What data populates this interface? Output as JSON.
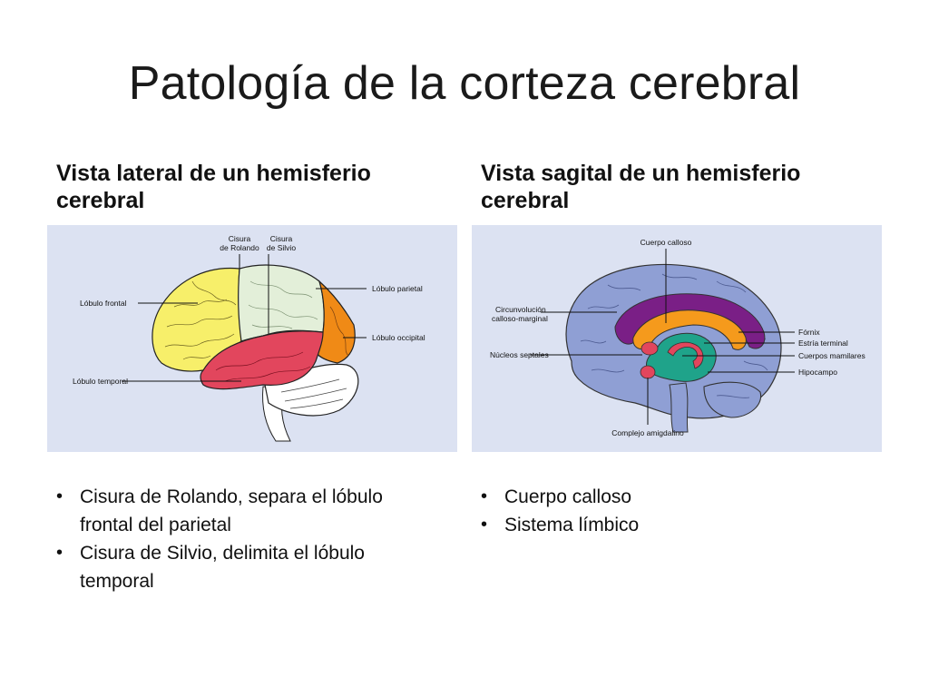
{
  "slide": {
    "title": "Patología de la corteza cerebral"
  },
  "left": {
    "heading": "Vista lateral de un hemisferio cerebral",
    "figure_labels": {
      "rolando_1": "Cisura",
      "rolando_2": "de Rolando",
      "silvio_1": "Cisura",
      "silvio_2": "de Silvio",
      "frontal": "Lóbulo frontal",
      "parietal": "Lóbulo parietal",
      "occipital": "Lóbulo occipital",
      "temporal": "Lóbulo temporal"
    },
    "bullets": [
      "Cisura de Rolando, separa el lóbulo frontal del parietal",
      "Cisura de Silvio, delimita el lóbulo temporal"
    ]
  },
  "right": {
    "heading": "Vista sagital de un hemisferio cerebral",
    "figure_labels": {
      "cuerpo_calloso": "Cuerpo calloso",
      "circun_1": "Circunvolución",
      "circun_2": "calloso-marginal",
      "nucleos": "Núcleos septales",
      "fornix": "Fórnix",
      "estria": "Estría terminal",
      "mamilares": "Cuerpos mamilares",
      "hipocampo": "Hipocampo",
      "amigdalino": "Complejo amigdalino"
    },
    "bullets": [
      "Cuerpo calloso",
      "Sistema límbico"
    ]
  },
  "colors": {
    "panel_bg": "#dce2f2",
    "frontal": "#f7ef6a",
    "parietal": "#e3efd9",
    "occipital": "#f08a16",
    "temporal": "#e2465d",
    "cerebellum": "#ffffff",
    "sagittal_cortex": "#8f9fd4",
    "corpus_callosum": "#7a1f86",
    "fornix": "#f59a1c",
    "hippocampus": "#1fa38a",
    "limbic_red": "#e2465d"
  }
}
